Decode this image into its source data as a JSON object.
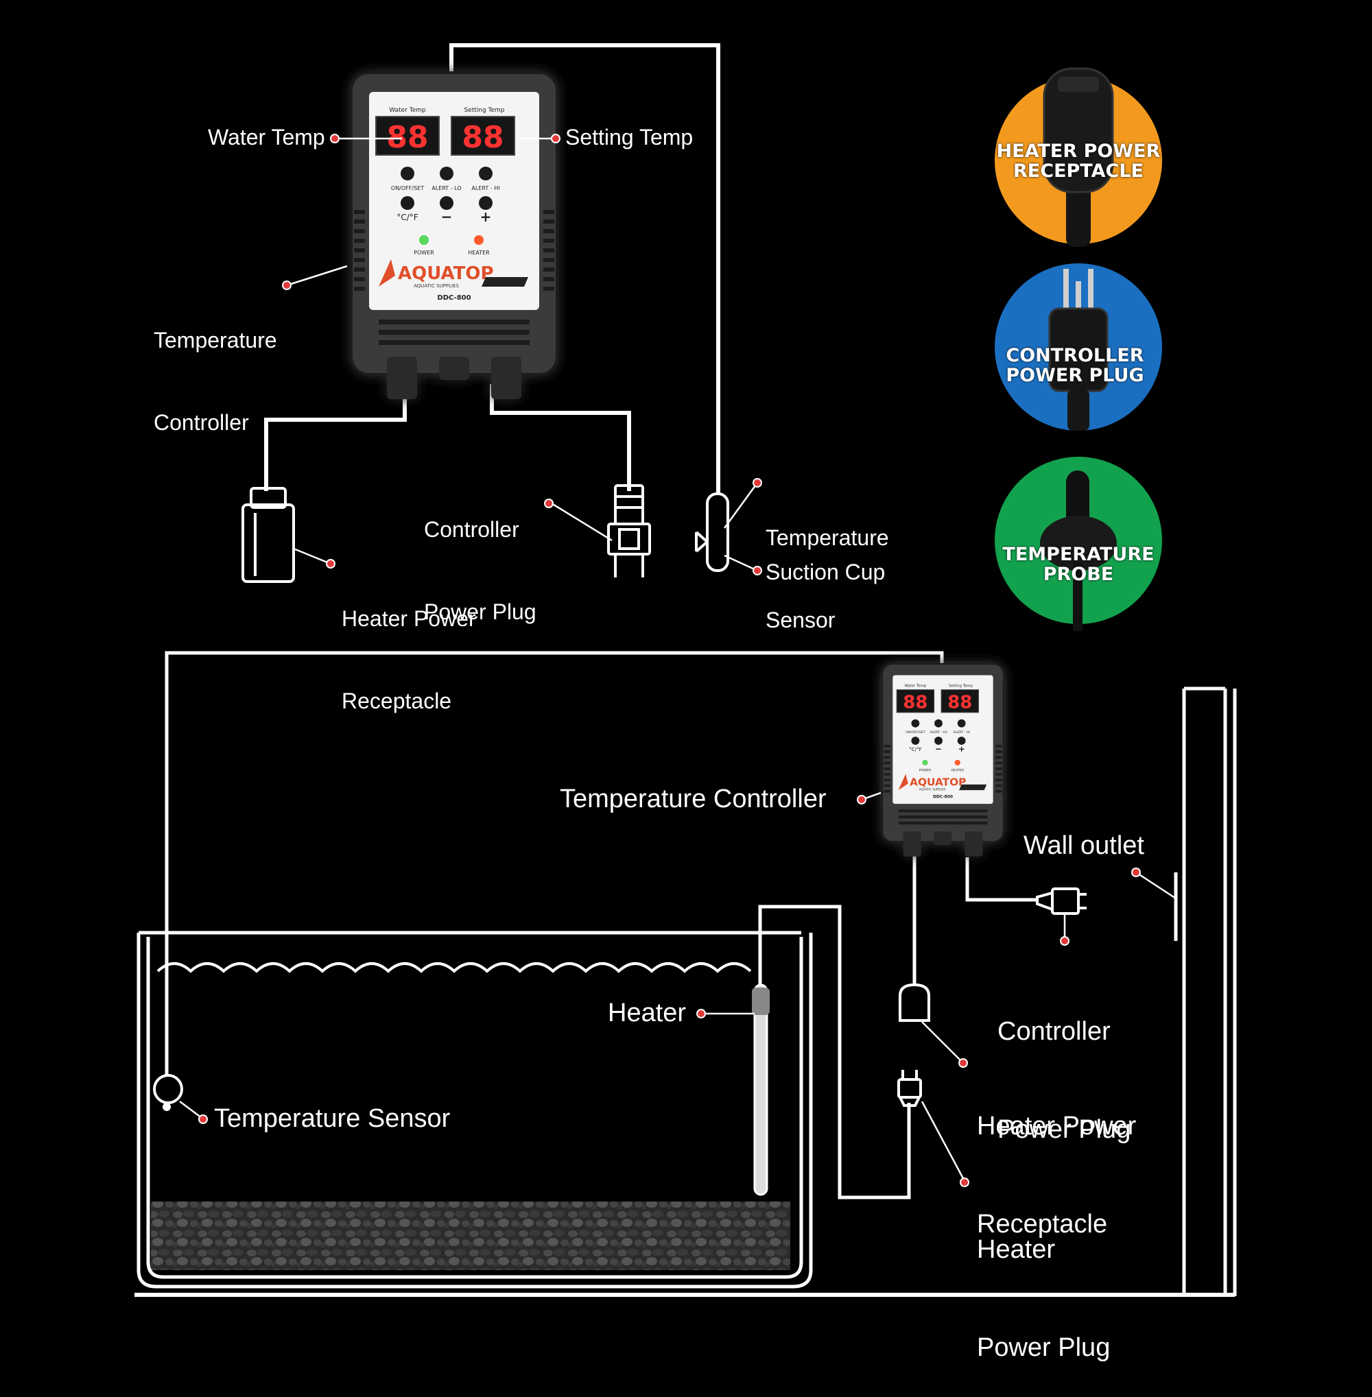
{
  "colors": {
    "background": "#000000",
    "line": "#ffffff",
    "dot": "#e23a3a",
    "badge_heater": "#f39a1e",
    "badge_controller": "#1b6fc0",
    "badge_probe": "#12a24e",
    "display_digits": "#ff3030"
  },
  "device": {
    "panel_label_water": "Water Temp",
    "panel_label_setting": "Setting Temp",
    "display_left": "88",
    "display_right": "88",
    "button_1": "ON/OFF/SET",
    "button_2": "ALERT - LO",
    "button_3": "ALERT - HI",
    "button_4": "°C/°F",
    "button_5": "−",
    "button_6": "+",
    "led_power": "POWER",
    "led_heater": "HEATER",
    "brand": "AQUATOP",
    "brand_sub": "AQUATIC SUPPLIES",
    "model": "DDC-800"
  },
  "top_labels": {
    "water_temp": "Water Temp",
    "setting_temp": "Setting Temp",
    "temperature_controller": [
      "Temperature",
      "Controller"
    ],
    "controller_power_plug": [
      "Controller",
      "Power Plug"
    ],
    "temperature_sensor": [
      "Temperature",
      "Sensor"
    ],
    "suction_cup": "Suction Cup",
    "heater_power_receptacle": [
      "Heater Power",
      "Receptacle"
    ]
  },
  "badges": [
    {
      "lines": [
        "HEATER POWER",
        "RECEPTACLE"
      ],
      "icon": "plug-receptacle-icon"
    },
    {
      "lines": [
        "CONTROLLER",
        "POWER PLUG"
      ],
      "icon": "three-prong-plug-icon"
    },
    {
      "lines": [
        "TEMPERATURE",
        "PROBE"
      ],
      "icon": "probe-icon"
    }
  ],
  "bottom_labels": {
    "temperature_controller": "Temperature Controller",
    "wall_outlet": "Wall outlet",
    "controller_power_plug": [
      "Controller",
      "Power Plug"
    ],
    "heater": "Heater",
    "temperature_sensor": "Temperature Sensor",
    "heater_power_receptacle": [
      "Heater Power",
      "Receptacle"
    ],
    "heater_power_plug": [
      "Heater",
      "Power Plug"
    ]
  }
}
